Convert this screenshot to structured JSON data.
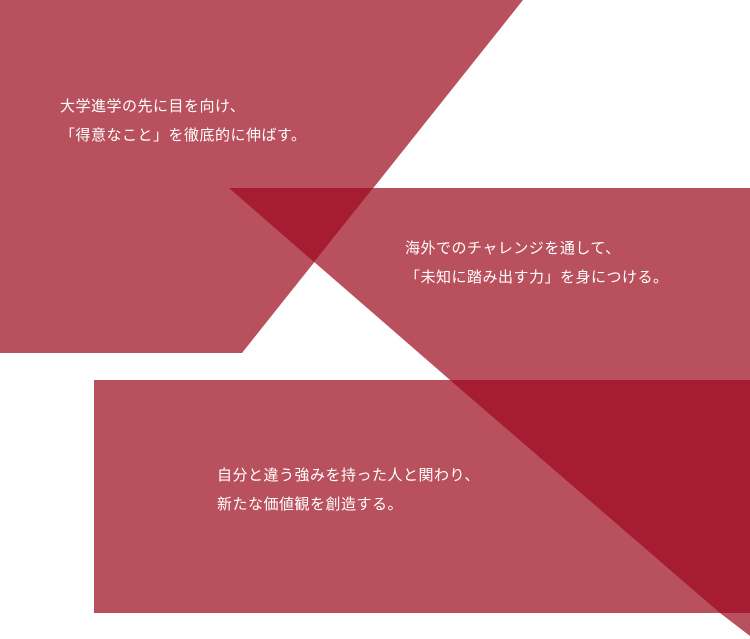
{
  "colors": {
    "panel": "#b9505d",
    "overlap": "#a61c31",
    "text": "#ffffff"
  },
  "messages": [
    {
      "line1": "大学進学の先に目を向け、",
      "line2": "「得意なこと」を徹底的に伸ばす。"
    },
    {
      "line1": "海外でのチャレンジを通して、",
      "line2": "「未知に踏み出す力」を身につける。"
    },
    {
      "line1": "自分と違う強みを持った人と関わり、",
      "line2": "新たな価値観を創造する。"
    }
  ]
}
